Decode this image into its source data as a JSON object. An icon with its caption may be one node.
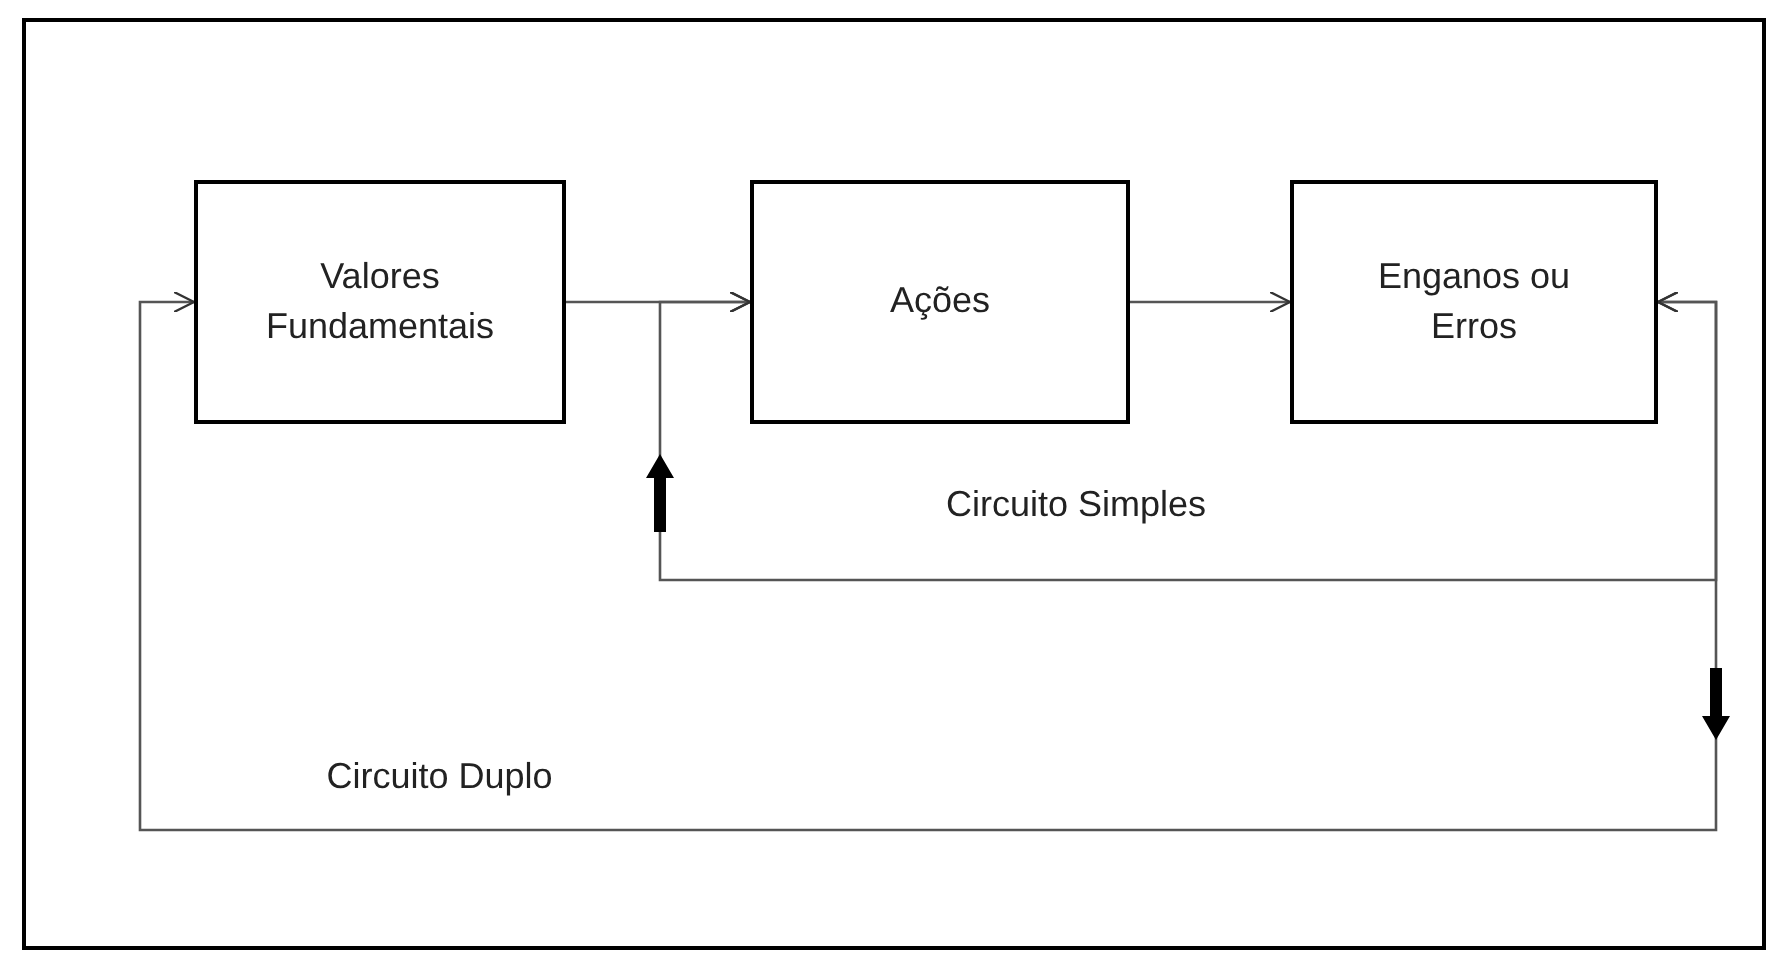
{
  "diagram": {
    "nodes": [
      {
        "text": [
          "Valores Fundamentais"
        ]
      },
      {
        "text": [
          "Ações"
        ]
      },
      {
        "text": [
          "Enganos ou Erros"
        ]
      }
    ],
    "edges": [
      {
        "from": 0,
        "to": 1,
        "arrow": "to"
      },
      {
        "from": 1,
        "to": 2,
        "arrow": "to"
      },
      {
        "from": 2,
        "to": 1,
        "arrow": "both",
        "label": "Circuito Simples"
      },
      {
        "from": 2,
        "to": 0,
        "arrow": "both",
        "label": "Circuito Duplo"
      }
    ]
  }
}
